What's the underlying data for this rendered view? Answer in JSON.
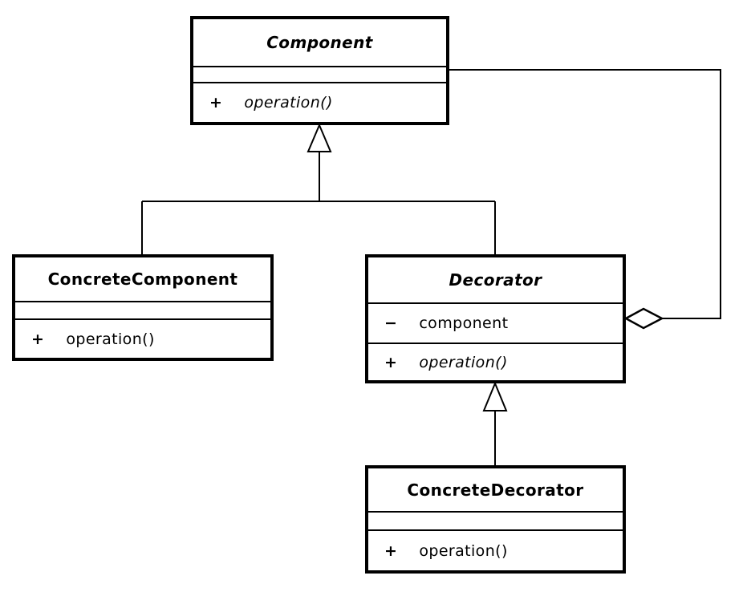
{
  "diagram": {
    "kind": "uml-class-diagram",
    "pattern": "Decorator",
    "colors": {
      "line": "#000000",
      "background": "#ffffff",
      "box_fill": "#ffffff",
      "text": "#000000"
    }
  },
  "classes": {
    "component": {
      "name": "Component",
      "abstract": true,
      "operations": [
        {
          "visibility": "+",
          "name": "operation()",
          "abstract": true
        }
      ]
    },
    "concrete_component": {
      "name": "ConcreteComponent",
      "abstract": false,
      "operations": [
        {
          "visibility": "+",
          "name": "operation()",
          "abstract": false
        }
      ]
    },
    "decorator": {
      "name": "Decorator",
      "abstract": true,
      "attributes": [
        {
          "visibility": "−",
          "name": "component"
        }
      ],
      "operations": [
        {
          "visibility": "+",
          "name": "operation()",
          "abstract": true
        }
      ]
    },
    "concrete_decorator": {
      "name": "ConcreteDecorator",
      "abstract": false,
      "operations": [
        {
          "visibility": "+",
          "name": "operation()",
          "abstract": false
        }
      ]
    }
  },
  "relationships": [
    {
      "type": "generalization",
      "from": "ConcreteComponent",
      "to": "Component"
    },
    {
      "type": "generalization",
      "from": "Decorator",
      "to": "Component"
    },
    {
      "type": "generalization",
      "from": "ConcreteDecorator",
      "to": "Decorator"
    },
    {
      "type": "aggregation",
      "from": "Decorator",
      "to": "Component"
    }
  ]
}
